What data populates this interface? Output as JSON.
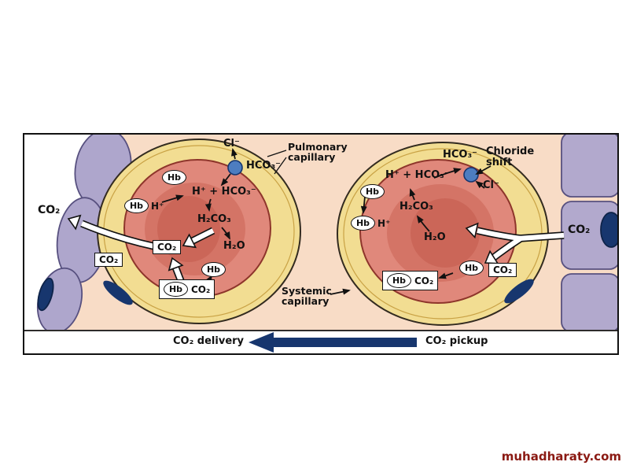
{
  "watermark": "muhadharaty.com",
  "colors": {
    "background_peach": "#f8dcc6",
    "capillary_yellow": "#f2dd92",
    "rbc_red": "#e0887b",
    "tissue_purple": "#aea6cc",
    "nucleus_navy": "#17366e",
    "transporter_blue": "#4d7dc0",
    "direction_arrow_navy": "#17366e",
    "watermark_maroon": "#8b1a13"
  },
  "symbols": {
    "hb": "Hb",
    "co2": "CO₂",
    "h_plus": "H⁺",
    "cl_minus": "Cl⁻",
    "hco3": "HCO₃⁻",
    "h2co3": "H₂CO₃",
    "h2o": "H₂O",
    "h_hco3": "H⁺ + HCO₃⁻"
  },
  "labels": {
    "pulmonary_capillary": {
      "line1": "Pulmonary",
      "line2": "capillary"
    },
    "systemic_capillary": {
      "line1": "Systemic",
      "line2": "capillary"
    },
    "chloride_shift": {
      "line1": "Chloride",
      "line2": "shift"
    },
    "co2_delivery": "CO₂ delivery",
    "co2_pickup": "CO₂ pickup"
  }
}
